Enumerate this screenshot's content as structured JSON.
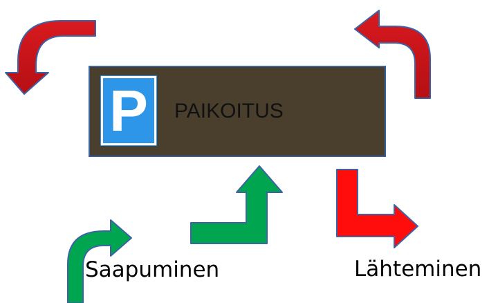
{
  "parking": {
    "sign_letter": "P",
    "label": "PAIKOITUS"
  },
  "labels": {
    "arrival": "Saapuminen",
    "departure": "Lähteminen"
  },
  "colors": {
    "box_fill": "#4a3f2d",
    "box_border": "#3c63a6",
    "sign_blue": "#2d96e8",
    "arrow_green": "#00a550",
    "arrow_dark_red": "#c8141c",
    "arrow_red": "#ff0d0d",
    "arrow_outline": "#3c63a6"
  }
}
